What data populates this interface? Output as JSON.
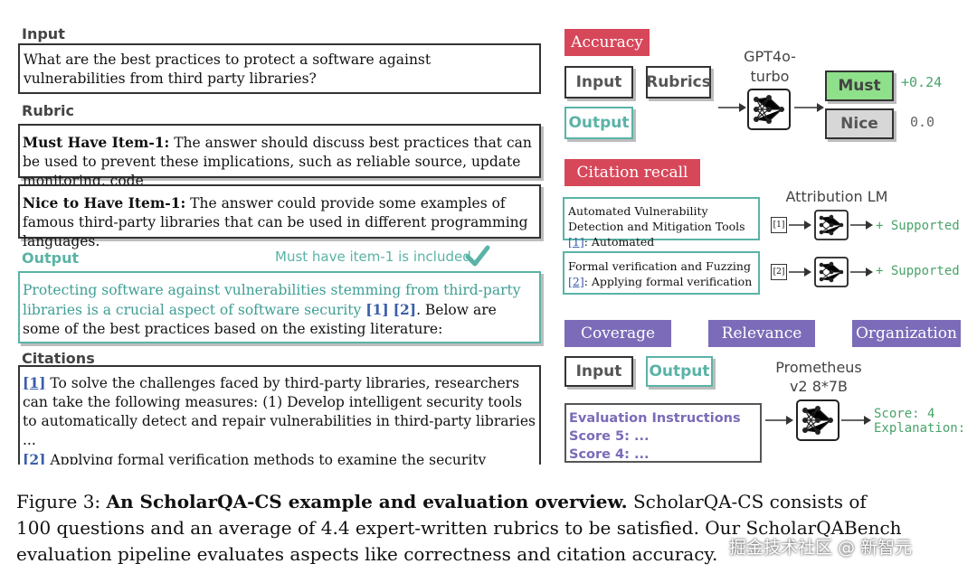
{
  "left": {
    "input_label": "Input",
    "input_text": "What are the best practices to protect a software against vulnerabilities from third party libraries?",
    "rubric_label": "Rubric",
    "must_title": "Must Have Item-1:",
    "must_text": " The answer should discuss best practices that can be used to prevent these implications, such as reliable source, update monitoring, code",
    "nice_title": "Nice to Have Item-1:",
    "nice_text": " The answer could provide some examples of famous third-party libraries that can be used in different programming languages.",
    "output_label": "Output",
    "must_included_note": "Must have item-1 is included",
    "output_teal": "Protecting software against vulnerabilities stemming from third-party libraries is a crucial aspect of software security ",
    "output_cite1": "[1]",
    "output_cite2": "[2]",
    "output_rest": ". Below are some of the best practices based on the existing literature:",
    "citations_label": "Citations",
    "cit1_ref": "[1]",
    "cit1_text": " To solve the challenges faced by third-party libraries, researchers can take the following measures: (1) Develop intelligent security tools to automatically detect and repair vulnerabilities in third-party libraries ...",
    "cit2_ref": "[2]",
    "cit2_text": "  Applying formal verification methods to examine the security properties of ... can also be part of library test suites or continuous integration in order to run"
  },
  "accuracy": {
    "tag": "Accuracy",
    "input_btn": "Input",
    "rubrics_btn": "Rubrics",
    "output_btn": "Output",
    "model": "GPT4o-turbo",
    "must": "Must",
    "nice": "Nice",
    "must_score": "+0.24",
    "nice_score": "0.0"
  },
  "citation": {
    "tag": "Citation recall",
    "model": "Attribution LM",
    "box1_a": "Automated Vulnerability Detection and Mitigation Tools ",
    "box1_cite": "[1]",
    "box1_b": ": Automated",
    "box2_a": "Formal verification and Fuzzing ",
    "box2_cite": "[2]",
    "box2_b": ": Applying formal verification",
    "ref1": "[1]",
    "ref2": "[2]",
    "result1": "+ Supported",
    "result2": "+ Supported"
  },
  "quality": {
    "coverage": "Coverage",
    "relevance": "Relevance",
    "organization": "Organization",
    "input_btn": "Input",
    "output_btn": "Output",
    "model": "Prometheus v2 8*7B",
    "instr1": "Evaluation Instructions",
    "instr2": "Score 5: ...",
    "instr3": "Score 4: ...",
    "score": "Score: 4",
    "explanation": "Explanation:"
  },
  "caption": {
    "fig": "Figure 3: ",
    "bold": "An ScholarQA-CS example and evaluation overview.",
    "rest1": " ScholarQA-CS consists of",
    "line2": "100 questions and an average of 4.4 expert-written rubrics to be satisfied. Our ScholarQABench",
    "line3": "evaluation pipeline evaluates aspects like correctness and citation accuracy."
  },
  "watermark": "掘金技术社区 @ 新智元",
  "colors": {
    "teal": "#5ab3a7",
    "red": "#d7475a",
    "purple": "#7b6bb8",
    "green_mono": "#49a36a",
    "cite_blue": "#3b5ea8"
  }
}
